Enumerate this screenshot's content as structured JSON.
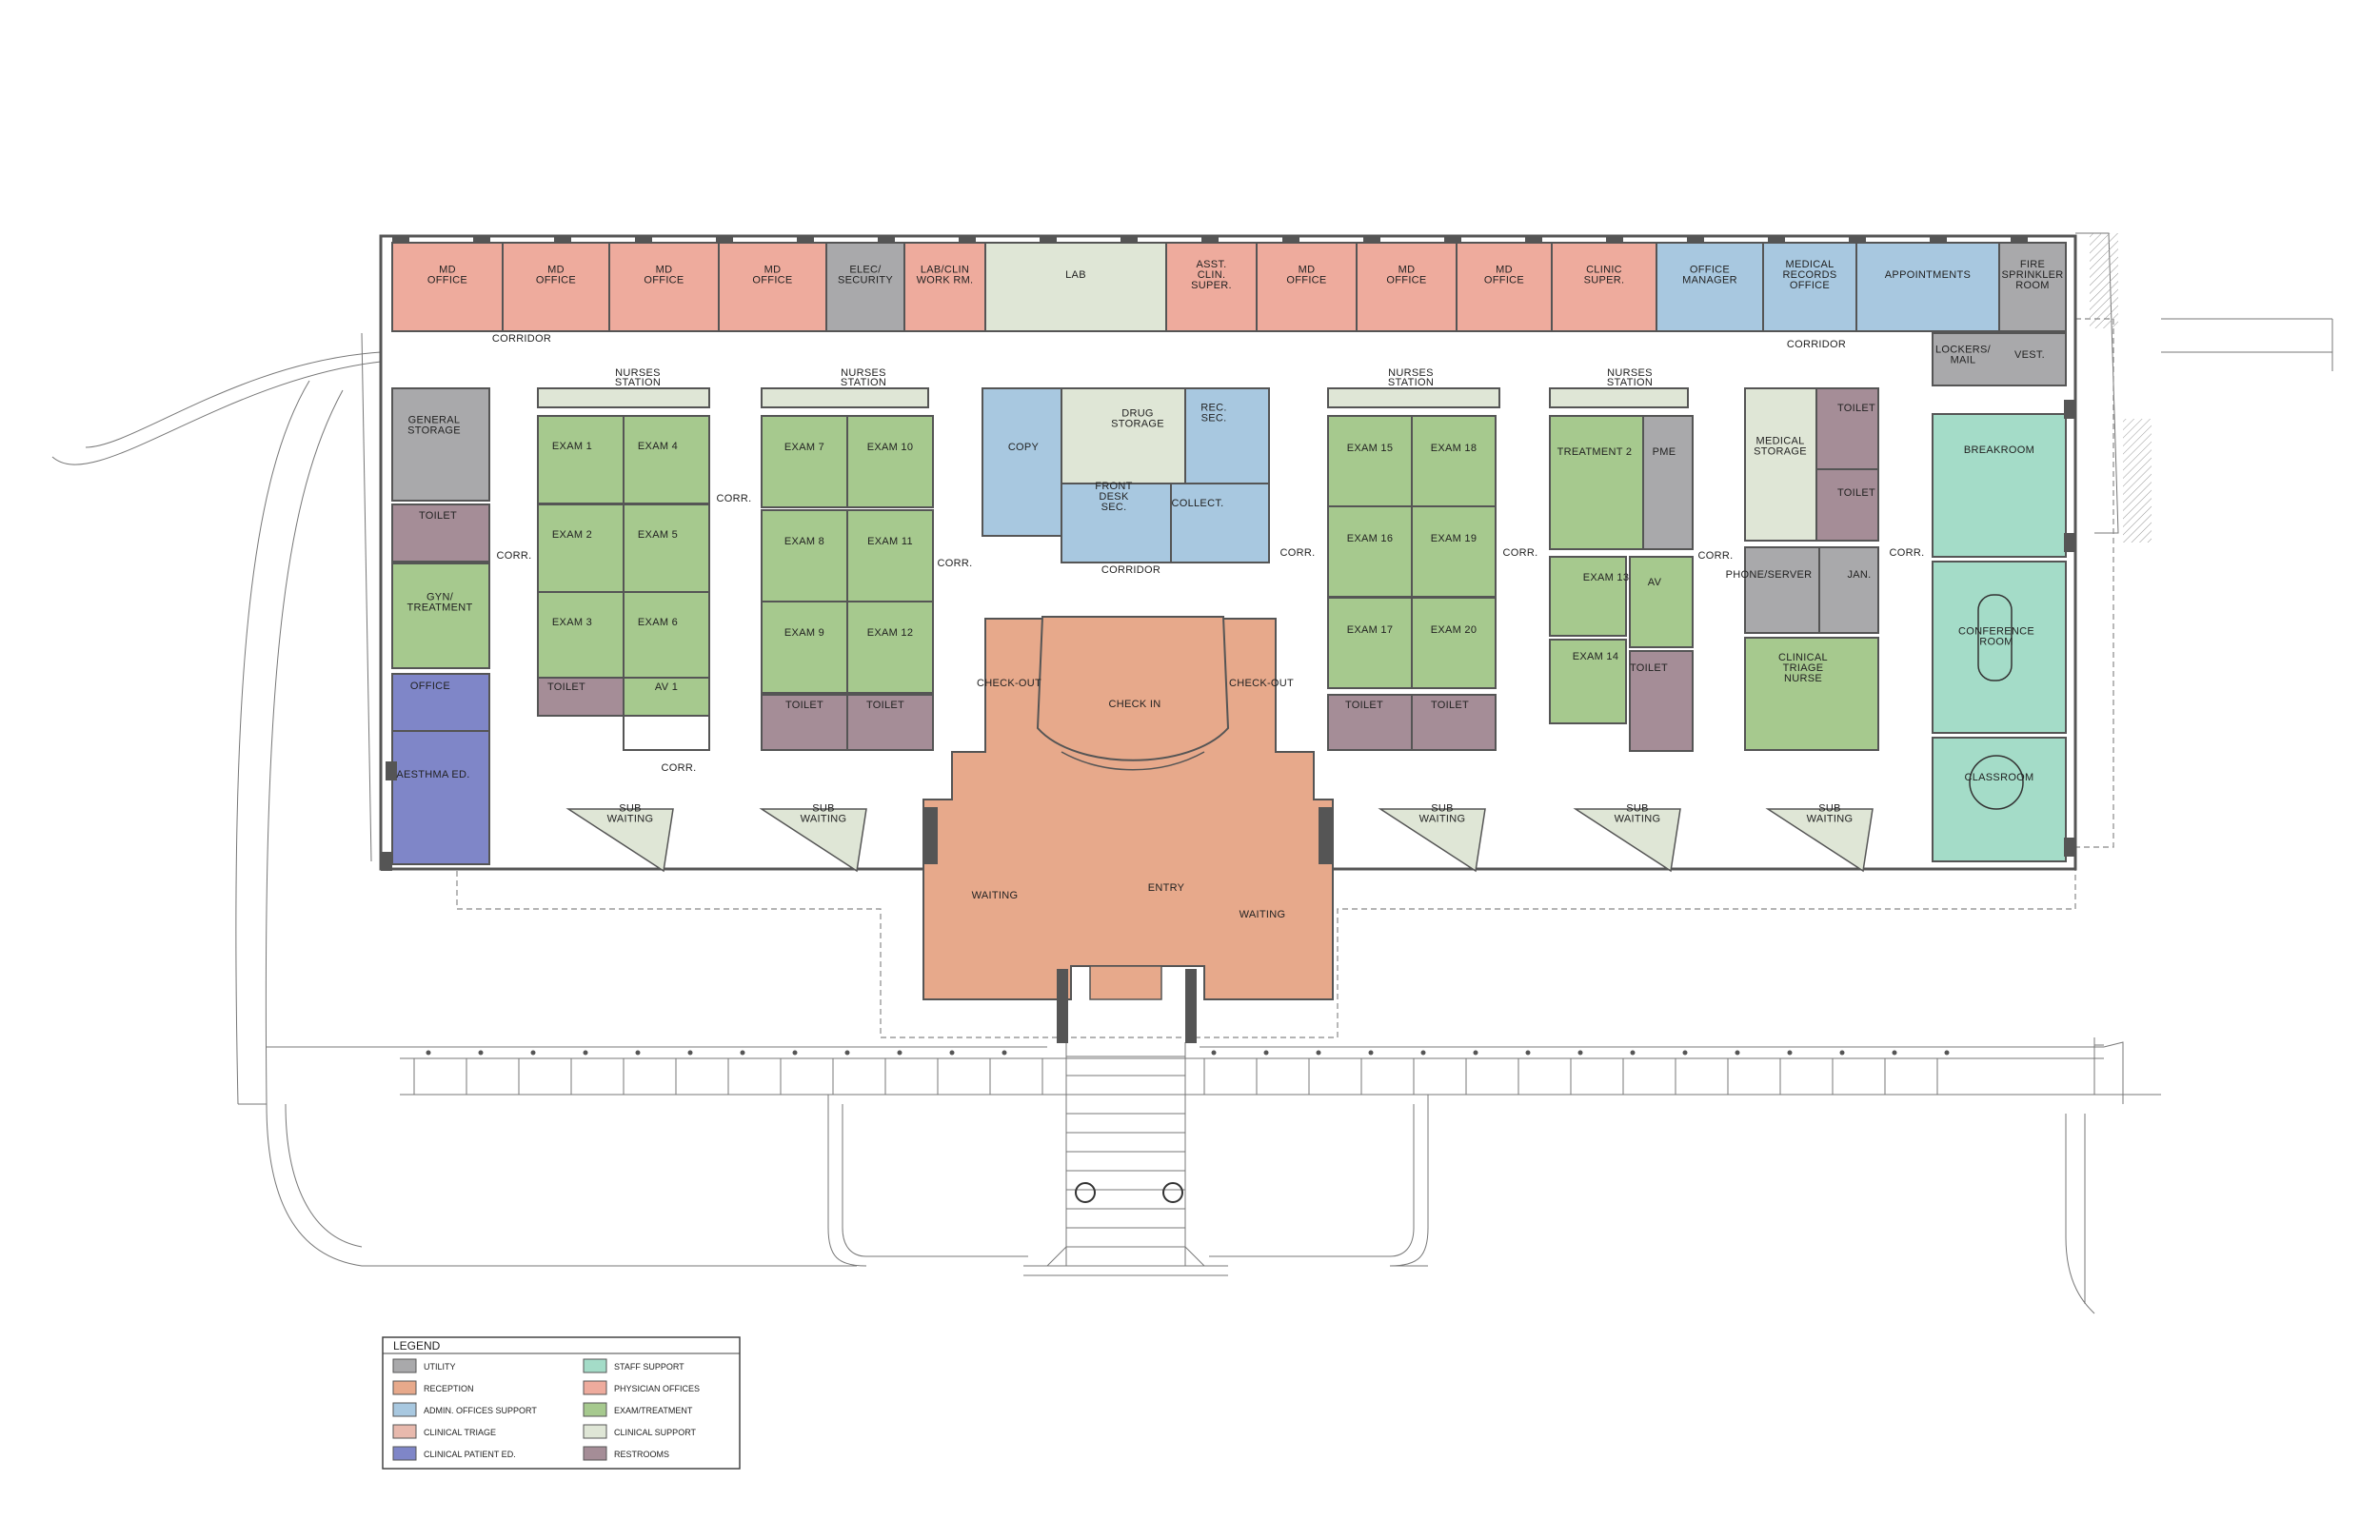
{
  "colors": {
    "utility": "#a9a9ab",
    "reception": "#e7a98b",
    "admin": "#a8c8e0",
    "triage": "#e8b9ad",
    "patient_ed": "#7f86c8",
    "staff_support": "#a4dcc8",
    "physician": "#eeab9d",
    "exam": "#a6c98e",
    "clinical_support": "#dfe6d6",
    "restroom": "#a58d97",
    "wall": "#555555"
  },
  "top_row": [
    {
      "id": "md1",
      "label": "MD\nOFFICE",
      "type": "physician"
    },
    {
      "id": "md2",
      "label": "MD\nOFFICE",
      "type": "physician"
    },
    {
      "id": "md3",
      "label": "MD\nOFFICE",
      "type": "physician"
    },
    {
      "id": "md4",
      "label": "MD\nOFFICE",
      "type": "physician"
    },
    {
      "id": "elec",
      "label": "ELEC/\nSECURITY",
      "type": "utility"
    },
    {
      "id": "labclin",
      "label": "LAB/CLIN\nWORK RM.",
      "type": "physician"
    },
    {
      "id": "lab",
      "label": "LAB",
      "type": "clinical_support"
    },
    {
      "id": "asst",
      "label": "ASST.\nCLIN.\nSUPER.",
      "type": "physician"
    },
    {
      "id": "md5",
      "label": "MD\nOFFICE",
      "type": "physician"
    },
    {
      "id": "md6",
      "label": "MD\nOFFICE",
      "type": "physician"
    },
    {
      "id": "md7",
      "label": "MD\nOFFICE",
      "type": "physician"
    },
    {
      "id": "clinsup",
      "label": "CLINIC\nSUPER.",
      "type": "physician"
    },
    {
      "id": "offmgr",
      "label": "OFFICE\nMANAGER",
      "type": "admin"
    },
    {
      "id": "medrec",
      "label": "MEDICAL\nRECORDS\nOFFICE",
      "type": "admin"
    },
    {
      "id": "appts",
      "label": "APPOINTMENTS",
      "type": "admin"
    },
    {
      "id": "fire",
      "label": "FIRE\nSPRINKLER\nROOM",
      "type": "utility"
    }
  ],
  "rooms": {
    "general_storage": "GENERAL\nSTORAGE",
    "toilet": "TOILET",
    "gyn": "GYN/\nTREATMENT",
    "office": "OFFICE",
    "aesthma": "AESTHMA ED.",
    "exam1": "EXAM 1",
    "exam2": "EXAM 2",
    "exam3": "EXAM 3",
    "exam4": "EXAM 4",
    "exam5": "EXAM 5",
    "exam6": "EXAM 6",
    "av1": "AV 1",
    "exam7": "EXAM 7",
    "exam8": "EXAM 8",
    "exam9": "EXAM 9",
    "exam10": "EXAM 10",
    "exam11": "EXAM 11",
    "exam12": "EXAM 12",
    "copy": "COPY",
    "drug_storage": "DRUG\nSTORAGE",
    "rec_sec": "REC.\nSEC.",
    "front_desk": "FRONT\nDESK\nSEC.",
    "collect": "COLLECT.",
    "exam15": "EXAM 15",
    "exam16": "EXAM 16",
    "exam17": "EXAM 17",
    "exam18": "EXAM 18",
    "exam19": "EXAM 19",
    "exam20": "EXAM 20",
    "treatment2": "TREATMENT 2",
    "pme": "PME",
    "exam13": "EXAM 13",
    "av": "AV",
    "exam14": "EXAM 14",
    "medical_storage": "MEDICAL\nSTORAGE",
    "phone_server": "PHONE/SERVER",
    "jan": "JAN.",
    "clinical_triage": "CLINICAL\nTRIAGE\nNURSE",
    "lockers": "LOCKERS/\nMAIL",
    "vest": "VEST.",
    "breakroom": "BREAKROOM",
    "conference": "CONFERENCE\nROOM",
    "classroom": "CLASSROOM",
    "check_in": "CHECK IN",
    "check_out": "CHECK-OUT",
    "waiting": "WAITING",
    "entry": "ENTRY",
    "sub_waiting": "SUB\nWAITING",
    "nurses_station": "NURSES\nSTATION",
    "corridor": "CORRIDOR",
    "corr": "CORR."
  },
  "legend": {
    "title": "LEGEND",
    "items": [
      {
        "label": "UTILITY",
        "key": "utility"
      },
      {
        "label": "RECEPTION",
        "key": "reception"
      },
      {
        "label": "ADMIN. OFFICES SUPPORT",
        "key": "admin"
      },
      {
        "label": "CLINICAL TRIAGE",
        "key": "triage"
      },
      {
        "label": "CLINICAL PATIENT ED.",
        "key": "patient_ed"
      },
      {
        "label": "STAFF SUPPORT",
        "key": "staff_support"
      },
      {
        "label": "PHYSICIAN OFFICES",
        "key": "physician"
      },
      {
        "label": "EXAM/TREATMENT",
        "key": "exam"
      },
      {
        "label": "CLINICAL SUPPORT",
        "key": "clinical_support"
      },
      {
        "label": "RESTROOMS",
        "key": "restroom"
      }
    ]
  }
}
